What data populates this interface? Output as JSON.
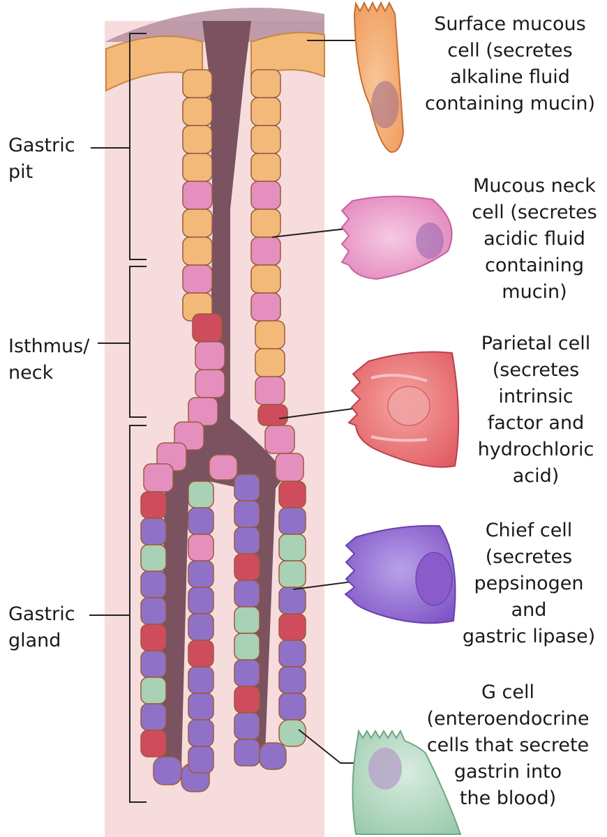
{
  "regions": [
    {
      "id": "gastric-pit",
      "lines": [
        "Gastric",
        "pit"
      ]
    },
    {
      "id": "isthmus-neck",
      "lines": [
        "Isthmus/",
        "neck"
      ]
    },
    {
      "id": "gastric-gland",
      "lines": [
        "Gastric",
        "gland"
      ]
    }
  ],
  "cells": [
    {
      "id": "surface-mucous-cell",
      "lines": [
        "Surface mucous",
        "cell (secretes",
        "alkaline fluid",
        "containing mucin)"
      ]
    },
    {
      "id": "mucous-neck-cell",
      "lines": [
        "Mucous neck",
        "cell (secretes",
        "acidic fluid",
        "containing",
        "mucin)"
      ]
    },
    {
      "id": "parietal-cell",
      "lines": [
        "Parietal cell",
        "(secretes",
        "intrinsic",
        "factor and",
        "hydrochloric",
        "acid)"
      ]
    },
    {
      "id": "chief-cell",
      "lines": [
        "Chief cell",
        "(secretes",
        "pepsinogen",
        "and",
        "gastric lipase)"
      ]
    },
    {
      "id": "g-cell",
      "lines": [
        "G cell",
        "(enteroendocrine",
        "cells that secrete",
        "gastrin into",
        "the blood)"
      ]
    }
  ],
  "colors": {
    "background_tissue": "#f6dcdc",
    "lumen": "#7a5260",
    "surface_mucous": "#f2b979",
    "mucous_neck": "#e58fbf",
    "parietal": "#cf4c5c",
    "chief": "#8f72c8",
    "g_cell": "#a9d1b6",
    "nucleus": "#8e5c78"
  }
}
